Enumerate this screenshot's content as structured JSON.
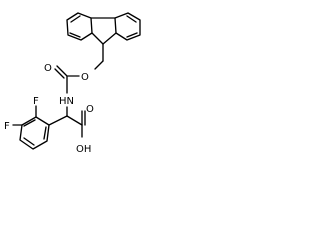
{
  "molecule": {
    "atom_labels": {
      "ring_oxygen": "O",
      "carbonyl_oxygen": "O",
      "amide_nitrogen": "HN",
      "fluorine_1": "F",
      "fluorine_2": "F",
      "acid_carbonyl_oxygen": "O",
      "acid_hydroxyl": "OH"
    }
  }
}
